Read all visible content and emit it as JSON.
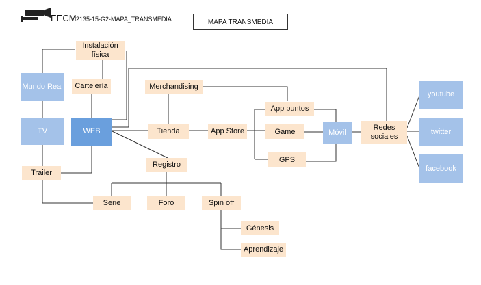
{
  "header": {
    "brand": "EECM",
    "code": "2135-15-G2-MAPA_TRANSMEDIA",
    "title": "MAPA TRANSMEDIA"
  },
  "colors": {
    "peach": "#fce5cd",
    "blue_light": "#a4c2e9",
    "blue_dark": "#6a9fdd",
    "line": "#333333"
  },
  "nodes": {
    "instalacion_fisica": "Instalación física",
    "mundo_real": "Mundo Real",
    "carteleria": "Cartelería",
    "tv": "TV",
    "web": "WEB",
    "trailer": "Trailer",
    "merchandising": "Merchandising",
    "tienda": "Tienda",
    "registro": "Registro",
    "app_store": "App Store",
    "app_puntos": "App puntos",
    "game": "Game",
    "gps": "GPS",
    "movil": "Móvil",
    "redes_sociales": "Redes sociales",
    "youtube": "youtube",
    "twitter": "twitter",
    "facebook": "facebook",
    "serie": "Serie",
    "foro": "Foro",
    "spin_off": "Spin off",
    "genesis": "Génesis",
    "aprendizaje": "Aprendizaje"
  }
}
